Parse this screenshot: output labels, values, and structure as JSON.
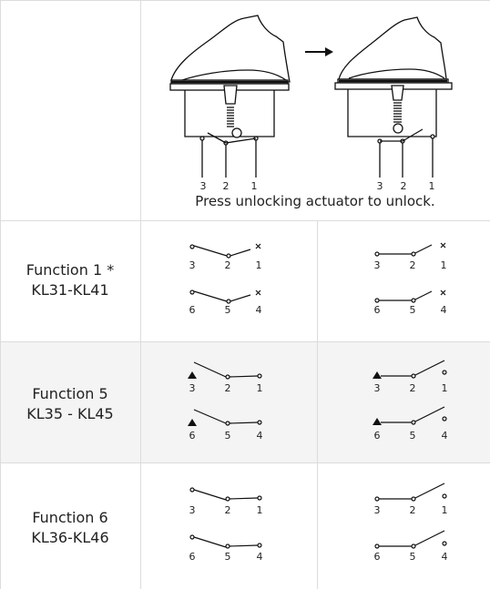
{
  "header": {
    "caption": "Press unlocking actuator to unlock.",
    "left_terminals": [
      "3",
      "2",
      "1"
    ],
    "right_terminals": [
      "3",
      "2",
      "1"
    ]
  },
  "rows": [
    {
      "name": "Function 1 *",
      "code": "KL31-KL41",
      "top_terminals": [
        "3",
        "2",
        "1"
      ],
      "bottom_terminals": [
        "6",
        "5",
        "4"
      ]
    },
    {
      "name": "Function 5",
      "code": "KL35 - KL45",
      "top_terminals": [
        "3",
        "2",
        "1"
      ],
      "bottom_terminals": [
        "6",
        "5",
        "4"
      ]
    },
    {
      "name": "Function 6",
      "code": "KL36-KL46",
      "top_terminals": [
        "3",
        "2",
        "1"
      ],
      "bottom_terminals": [
        "6",
        "5",
        "4"
      ]
    }
  ]
}
